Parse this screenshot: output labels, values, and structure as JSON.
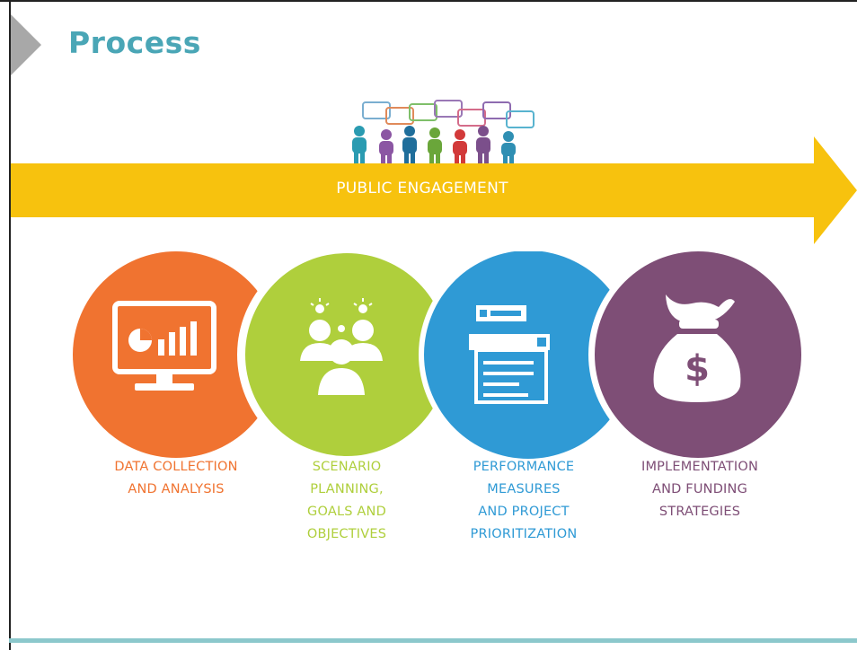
{
  "slide": {
    "title": "Process",
    "banner": {
      "label": "PUBLIC ENGAGEMENT",
      "color": "#f7c20e"
    },
    "header_graphic": {
      "icon": "people-talking-icon",
      "figure_colors": [
        "#2a9bb1",
        "#8b56a3",
        "#1f6e9b",
        "#6aa63a",
        "#d23a3a",
        "#7b4f8b",
        "#2f8fb3"
      ]
    },
    "steps": [
      {
        "label": "DATA COLLECTION AND ANALYSIS",
        "lines": [
          "DATA COLLECTION",
          "AND ANALYSIS"
        ],
        "color": "#f07330",
        "icon": "monitor-chart-icon"
      },
      {
        "label": "SCENARIO PLANNING, GOALS AND OBJECTIVES",
        "lines": [
          "SCENARIO",
          "PLANNING,",
          "GOALS AND",
          "OBJECTIVES"
        ],
        "color": "#afcf3c",
        "icon": "group-ideas-icon"
      },
      {
        "label": "PERFORMANCE MEASURES AND PROJECT PRIORITIZATION",
        "lines": [
          "PERFORMANCE",
          "MEASURES",
          "AND PROJECT",
          "PRIORITIZATION"
        ],
        "color": "#2f9ad5",
        "icon": "document-list-icon"
      },
      {
        "label": "IMPLEMENTATION AND FUNDING STRATEGIES",
        "lines": [
          "IMPLEMENTATION",
          "AND FUNDING",
          "STRATEGIES"
        ],
        "color": "#7e4e76",
        "icon": "money-bag-icon"
      }
    ],
    "accent": "#4aa6b6"
  }
}
